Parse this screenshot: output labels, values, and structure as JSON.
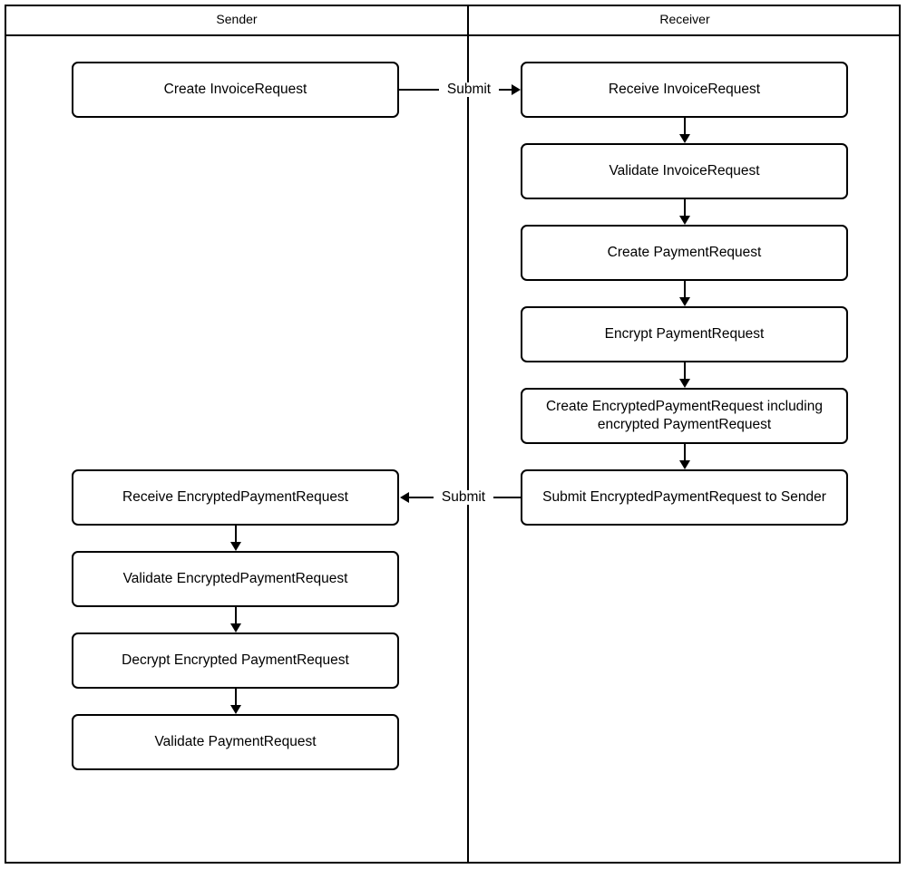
{
  "diagram": {
    "type": "swimlane-flowchart",
    "lanes": [
      {
        "id": "sender",
        "title": "Sender"
      },
      {
        "id": "receiver",
        "title": "Receiver"
      }
    ],
    "nodes": [
      {
        "id": "n1",
        "lane": "sender",
        "label": "Create InvoiceRequest"
      },
      {
        "id": "n2",
        "lane": "receiver",
        "label": "Receive InvoiceRequest"
      },
      {
        "id": "n3",
        "lane": "receiver",
        "label": "Validate InvoiceRequest"
      },
      {
        "id": "n4",
        "lane": "receiver",
        "label": "Create PaymentRequest"
      },
      {
        "id": "n5",
        "lane": "receiver",
        "label": "Encrypt PaymentRequest"
      },
      {
        "id": "n6",
        "lane": "receiver",
        "label": "Create EncryptedPaymentRequest including\nencrypted PaymentRequest"
      },
      {
        "id": "n7",
        "lane": "receiver",
        "label": "Submit EncryptedPaymentRequest to Sender"
      },
      {
        "id": "n8",
        "lane": "sender",
        "label": "Receive EncryptedPaymentRequest"
      },
      {
        "id": "n9",
        "lane": "sender",
        "label": "Validate EncryptedPaymentRequest"
      },
      {
        "id": "n10",
        "lane": "sender",
        "label": "Decrypt Encrypted PaymentRequest"
      },
      {
        "id": "n11",
        "lane": "sender",
        "label": "Validate PaymentRequest"
      }
    ],
    "edges": [
      {
        "from": "n1",
        "to": "n2",
        "label": "Submit",
        "direction": "right"
      },
      {
        "from": "n2",
        "to": "n3",
        "label": "",
        "direction": "down"
      },
      {
        "from": "n3",
        "to": "n4",
        "label": "",
        "direction": "down"
      },
      {
        "from": "n4",
        "to": "n5",
        "label": "",
        "direction": "down"
      },
      {
        "from": "n5",
        "to": "n6",
        "label": "",
        "direction": "down"
      },
      {
        "from": "n6",
        "to": "n7",
        "label": "",
        "direction": "down"
      },
      {
        "from": "n7",
        "to": "n8",
        "label": "Submit",
        "direction": "left"
      },
      {
        "from": "n8",
        "to": "n9",
        "label": "",
        "direction": "down"
      },
      {
        "from": "n9",
        "to": "n10",
        "label": "",
        "direction": "down"
      },
      {
        "from": "n10",
        "to": "n11",
        "label": "",
        "direction": "down"
      }
    ],
    "edge_labels": {
      "submit_forward": "Submit",
      "submit_return": "Submit"
    },
    "colors": {
      "stroke": "#000000",
      "fill": "#ffffff",
      "text": "#000000",
      "background": "#ffffff"
    }
  }
}
